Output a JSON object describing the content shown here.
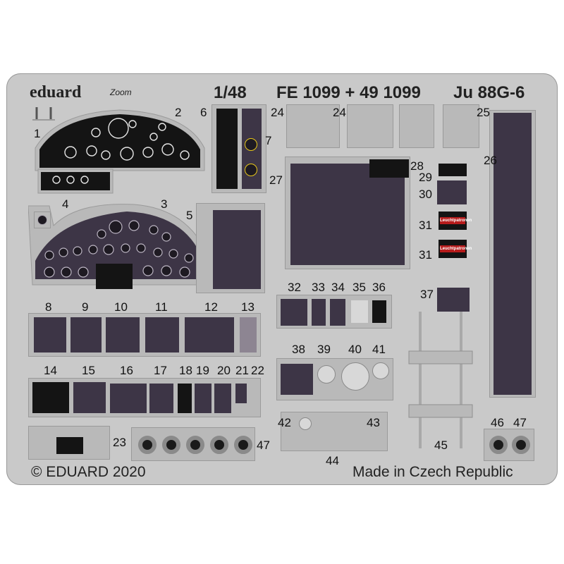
{
  "header": {
    "brand": "eduard",
    "line": "Zoom",
    "scale": "1/48",
    "code": "FE 1099 + 49 1099",
    "model": "Ju 88G-6"
  },
  "part_numbers": [
    "1",
    "2",
    "3",
    "4",
    "5",
    "6",
    "7",
    "8",
    "9",
    "10",
    "11",
    "12",
    "13",
    "14",
    "15",
    "16",
    "17",
    "18",
    "19",
    "20",
    "21",
    "22",
    "23",
    "24",
    "24",
    "25",
    "26",
    "27",
    "28",
    "29",
    "30",
    "31",
    "31",
    "32",
    "33",
    "34",
    "35",
    "36",
    "37",
    "38",
    "39",
    "40",
    "41",
    "42",
    "43",
    "44",
    "45",
    "46",
    "47",
    "47"
  ],
  "placards": [
    "Leuchtpatronen",
    "Leuchtpatronen"
  ],
  "footer": {
    "copyright": "© EDUARD 2020",
    "origin": "Made in Czech Republic"
  },
  "colors": {
    "fret": "#c9c9c9",
    "panel": "#3d3546",
    "black_panel": "#1a1a1a",
    "placard_red": "#b61c1c"
  }
}
